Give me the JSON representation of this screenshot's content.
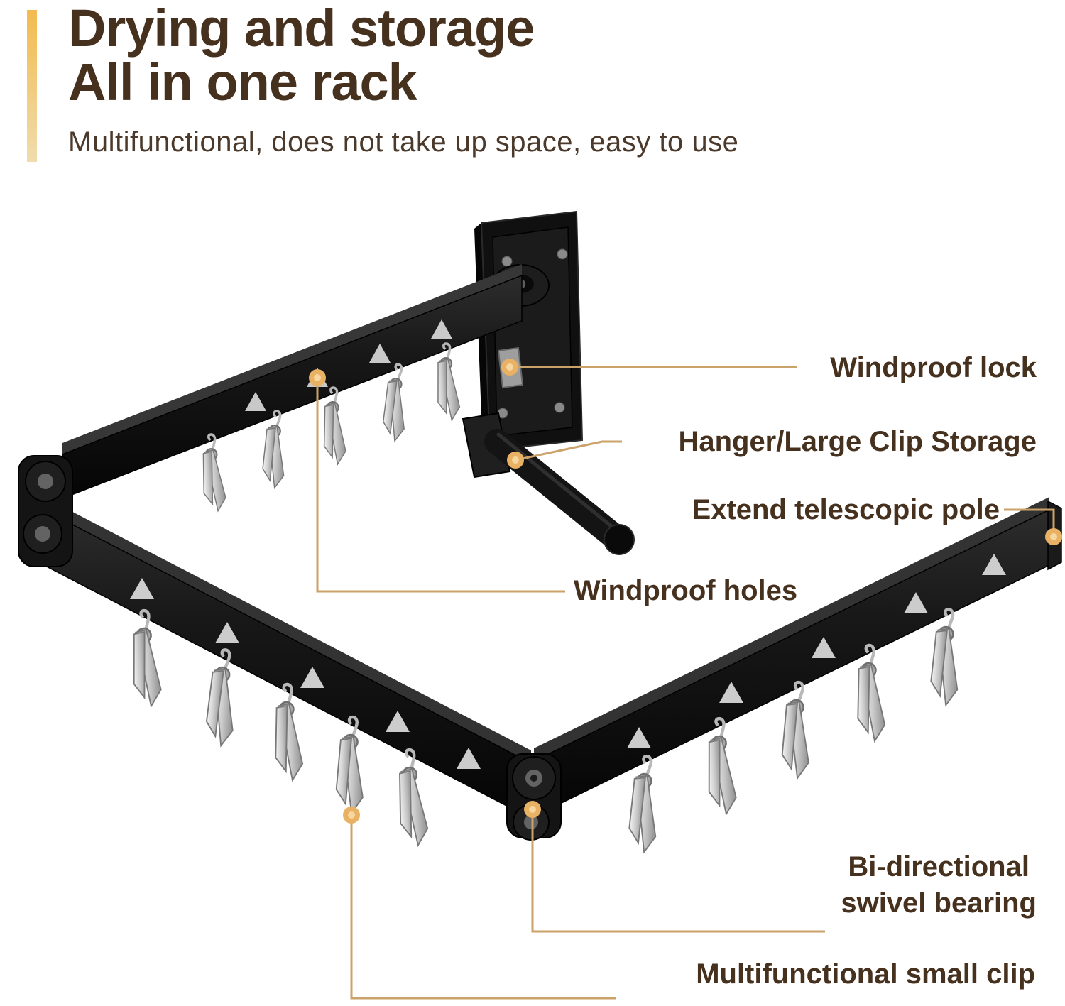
{
  "header": {
    "title_line1": "Drying and storage",
    "title_line2": "All in one rack",
    "subtitle": "Multifunctional, does not take up space, easy to use"
  },
  "callouts": [
    {
      "id": "windproof-lock",
      "label": "Windproof lock"
    },
    {
      "id": "hanger-storage",
      "label": "Hanger/Large Clip Storage"
    },
    {
      "id": "telescopic-pole",
      "label": "Extend telescopic pole"
    },
    {
      "id": "windproof-holes",
      "label": "Windproof holes"
    },
    {
      "id": "swivel-bearing",
      "label_line1": "Bi-directional",
      "label_line2": "swivel bearing"
    },
    {
      "id": "small-clip",
      "label": "Multifunctional small clip"
    }
  ],
  "colors": {
    "accent_gold_top": "#F2BB4F",
    "accent_gold_bottom": "#F0DCAC",
    "callout_line": "#CBA269",
    "callout_dot": "#E9B163",
    "callout_dot_inner": "#F7D79E",
    "heading_brown": "#46301E",
    "subtitle_brown": "#4B3A2C",
    "rack_black": "#141414",
    "clip_silver": "#C9C9C9"
  }
}
